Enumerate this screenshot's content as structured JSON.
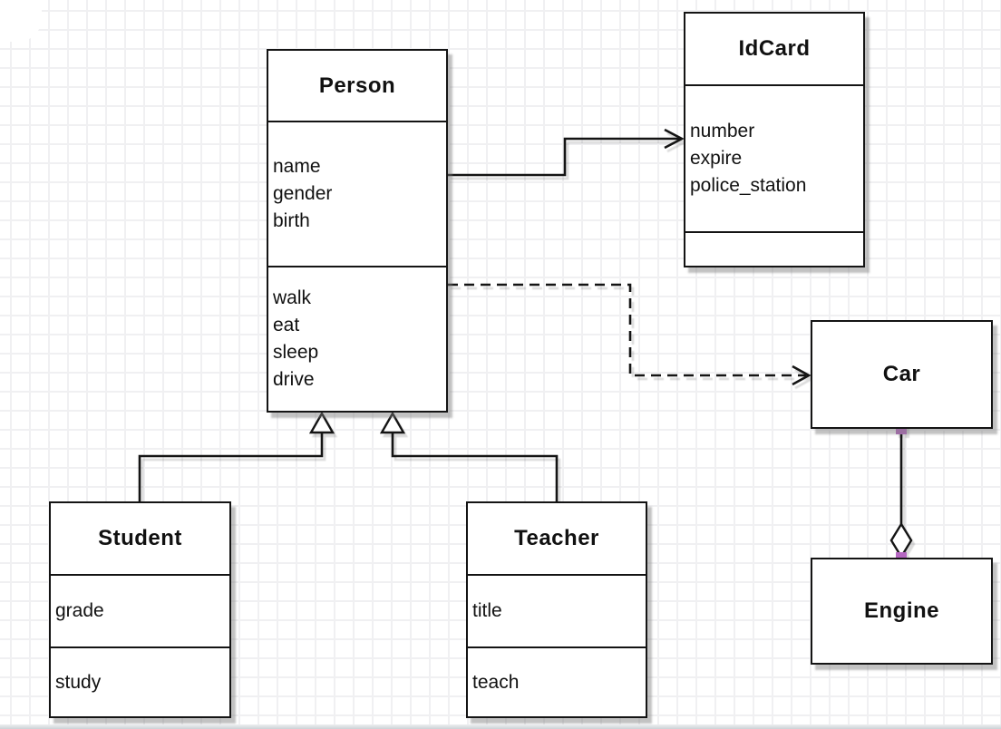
{
  "diagram": {
    "type": "uml-class-diagram",
    "classes": {
      "person": {
        "title": "Person",
        "attributes": [
          "name",
          "gender",
          "birth"
        ],
        "methods": [
          "walk",
          "eat",
          "sleep",
          "drive"
        ]
      },
      "idcard": {
        "title": "IdCard",
        "attributes": [
          "number",
          "expire",
          "police_station"
        ],
        "methods": []
      },
      "student": {
        "title": "Student",
        "attributes": [
          "grade"
        ],
        "methods": [
          "study"
        ]
      },
      "teacher": {
        "title": "Teacher",
        "attributes": [
          "title"
        ],
        "methods": [
          "teach"
        ]
      },
      "car": {
        "title": "Car",
        "attributes": [],
        "methods": []
      },
      "engine": {
        "title": "Engine",
        "attributes": [],
        "methods": []
      }
    },
    "relationships": [
      {
        "from": "Person",
        "to": "IdCard",
        "type": "association",
        "line_style": "solid",
        "arrowhead": "open-arrow"
      },
      {
        "from": "Person",
        "to": "Car",
        "type": "dependency",
        "line_style": "dashed",
        "arrowhead": "open-arrow"
      },
      {
        "from": "Student",
        "to": "Person",
        "type": "generalization",
        "line_style": "solid",
        "arrowhead": "hollow-triangle"
      },
      {
        "from": "Teacher",
        "to": "Person",
        "type": "generalization",
        "line_style": "solid",
        "arrowhead": "hollow-triangle"
      },
      {
        "from": "Car",
        "to": "Engine",
        "type": "aggregation",
        "line_style": "solid",
        "arrowhead": "hollow-diamond",
        "selected": true
      }
    ],
    "colors": {
      "line": "#141414",
      "endpoint_handle": "#b668c2",
      "grid_line": "#f0f0f2",
      "background": "#ffffff"
    }
  }
}
